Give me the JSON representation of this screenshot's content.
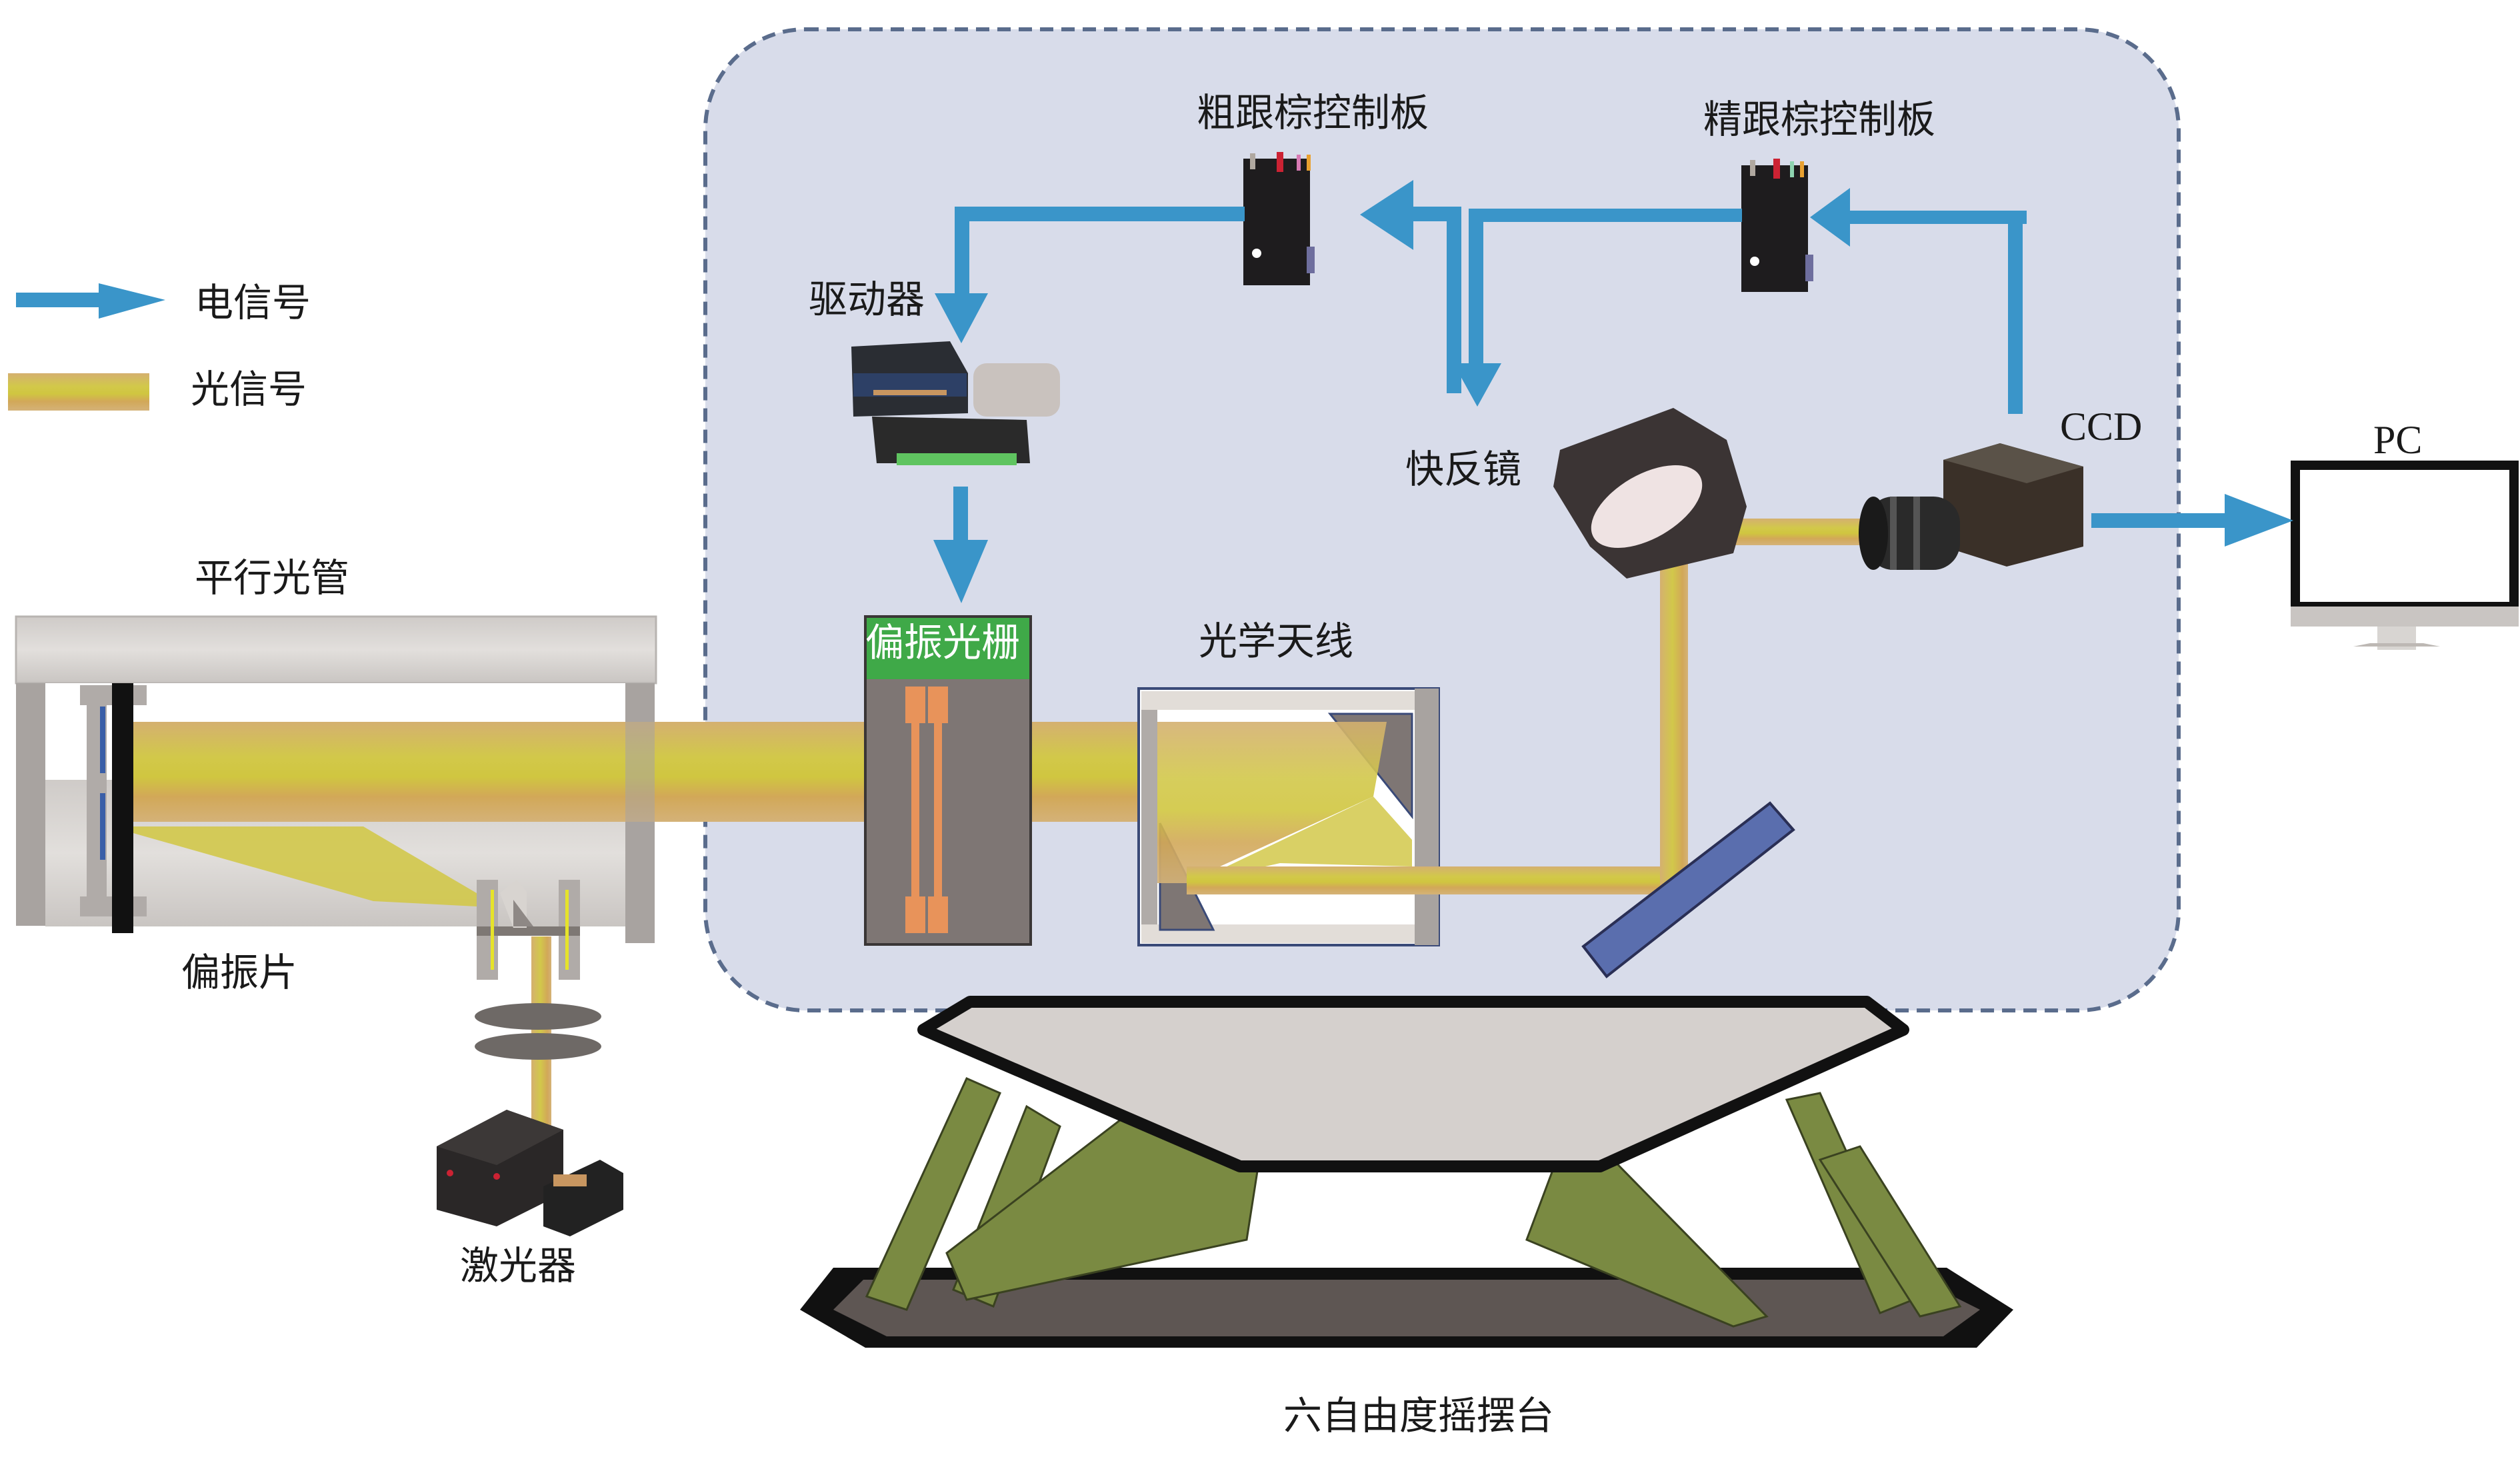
{
  "figure": {
    "legend": {
      "electric_signal": "电信号",
      "optical_signal": "光信号"
    },
    "components": {
      "collimator": "平行光管",
      "polarizer": "偏振片",
      "laser": "激光器",
      "coarse_tracking_board": "粗跟棕控制板",
      "fine_tracking_board": "精跟棕控制板",
      "driver": "驱动器",
      "polarization_grating": "偏振光栅",
      "optical_antenna": "光学天线",
      "fast_steering_mirror": "快反镜",
      "ccd": "CCD",
      "pc": "PC",
      "hexapod": "六自由度摇摆台"
    },
    "colors": {
      "electric": "#3a95c9",
      "optical_core": "#d2cc3c",
      "optical_edge": "#d4a860",
      "container_fill": "#d8dcea",
      "container_border": "#5a6c8c",
      "grating_label_bg": "#3fa948",
      "hexapod_leg": "#7a8a42",
      "mirror_blue": "#5a6eae"
    }
  }
}
